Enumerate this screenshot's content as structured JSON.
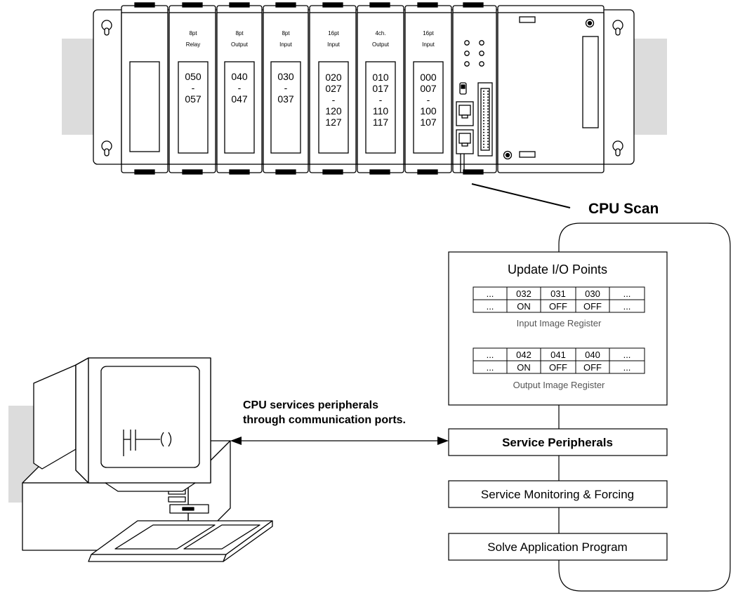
{
  "modules": [
    {
      "header": [
        "8pt",
        "Relay"
      ],
      "addresses": [
        "050",
        "-",
        "057"
      ]
    },
    {
      "header": [
        "8pt",
        "Output"
      ],
      "addresses": [
        "040",
        "-",
        "047"
      ]
    },
    {
      "header": [
        "8pt",
        "Input"
      ],
      "addresses": [
        "030",
        "-",
        "037"
      ]
    },
    {
      "header": [
        "16pt",
        "Input"
      ],
      "addresses": [
        "020",
        "027",
        "-",
        "120",
        "127"
      ]
    },
    {
      "header": [
        "4ch.",
        "Output"
      ],
      "addresses": [
        "010",
        "017",
        "-",
        "110",
        "117"
      ]
    },
    {
      "header": [
        "16pt",
        "Input"
      ],
      "addresses": [
        "000",
        "007",
        "-",
        "100",
        "107"
      ]
    }
  ],
  "cpu_scan_label": "CPU Scan",
  "update_box": {
    "title": "Update I/O Points",
    "input_register": {
      "label": "Input Image Register",
      "rows": [
        [
          "...",
          "032",
          "031",
          "030",
          "..."
        ],
        [
          "...",
          "ON",
          "OFF",
          "OFF",
          "..."
        ]
      ]
    },
    "output_register": {
      "label": "Output Image Register",
      "rows": [
        [
          "...",
          "042",
          "041",
          "040",
          "..."
        ],
        [
          "...",
          "ON",
          "OFF",
          "OFF",
          "..."
        ]
      ]
    }
  },
  "steps": {
    "service_peripherals": "Service Peripherals",
    "monitoring_forcing": "Service Monitoring & Forcing",
    "solve_program": "Solve Application Program"
  },
  "note": {
    "line1": "CPU services peripherals",
    "line2": "through communication ports."
  },
  "colors": {
    "shadow": "#dcdcdc",
    "line": "#000000",
    "fill": "#ffffff"
  }
}
